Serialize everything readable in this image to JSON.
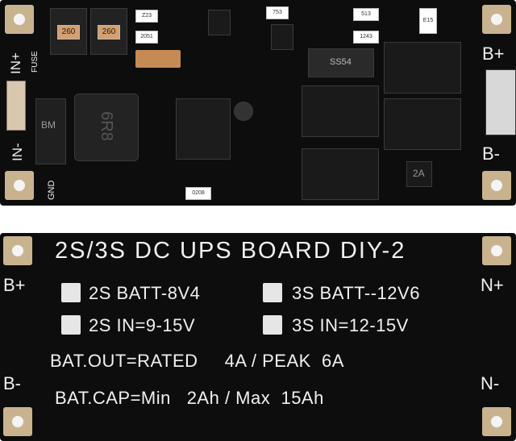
{
  "top_board": {
    "labels": {
      "in_plus": "IN+",
      "fuse": "FUSE",
      "in_minus": "IN-",
      "gnd": "GND",
      "b_plus": "B+",
      "b_minus": "B-"
    },
    "component_marks": {
      "resistor_1": "260",
      "resistor_2": "260",
      "smd_223": "Z23",
      "smd_2051": "2051",
      "smd_753": "753",
      "smd_1243": "1243",
      "smd_513": "513",
      "smd_e15": "E15",
      "diode": "SS54",
      "inductor": "6R8",
      "smd_0208": "0208",
      "transistor": "2A"
    },
    "colors": {
      "pcb": "#0d0d0d",
      "pad": "#c9b38f",
      "silkscreen": "#f0f0f0"
    }
  },
  "bottom_board": {
    "title": "2S/3S  DC UPS BOARD DIY-2",
    "left_labels": {
      "b_plus": "B+",
      "b_minus": "B-"
    },
    "right_labels": {
      "n_plus": "N+",
      "n_minus": "N-"
    },
    "options": [
      {
        "label": "2S BATT-8V4"
      },
      {
        "label": "3S BATT--12V6"
      },
      {
        "label": "2S IN=9-15V"
      },
      {
        "label": "3S IN=12-15V"
      }
    ],
    "spec_output": "BAT.OUT=RATED     4A / PEAK  6A",
    "spec_capacity": "BAT.CAP=Min   2Ah / Max  15Ah"
  }
}
